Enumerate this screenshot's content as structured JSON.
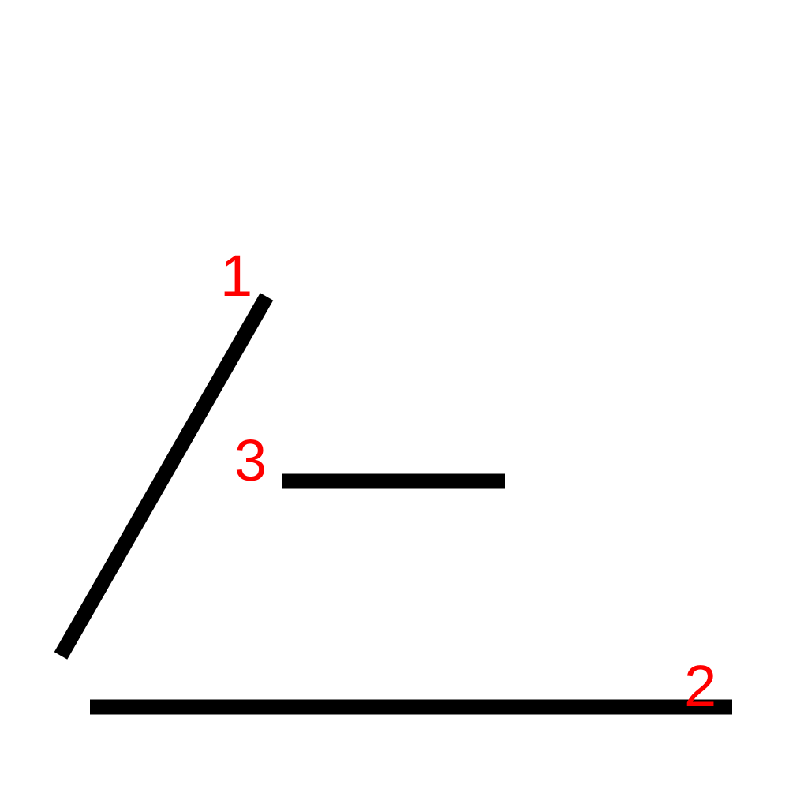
{
  "segments": [
    {
      "id": "segment-1",
      "label": "1",
      "stroke": "#000000"
    },
    {
      "id": "segment-2",
      "label": "2",
      "stroke": "#000000"
    },
    {
      "id": "segment-3",
      "label": "3",
      "stroke": "#000000"
    }
  ],
  "colors": {
    "background": "#ffffff",
    "line": "#000000",
    "label": "#ff0000"
  }
}
